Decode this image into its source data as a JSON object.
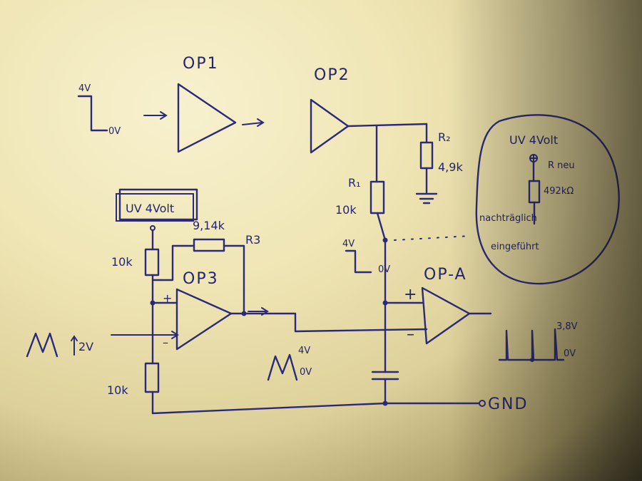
{
  "labels": {
    "op1": "OP1",
    "op2": "OP2",
    "op3": "OP3",
    "opa": "OP-A",
    "r2": "R₂",
    "r2_value": "4,9k",
    "r1": "R₁",
    "r1_value": "10k",
    "uv_box": "UV 4Volt",
    "r_top": "10k",
    "r_bottom": "10k",
    "r_feedback": "9,14k",
    "r3": "R3",
    "input_step_high": "4V",
    "input_step_low": "0V",
    "node_step_high": "4V",
    "node_step_low": "0V",
    "plus": "+",
    "minus": "–",
    "op3_in": "2V",
    "mid_high": "4V",
    "mid_low": "0V",
    "out_high": "3,8V",
    "out_low": "0V",
    "gnd": "GND",
    "inset_title": "UV 4Volt",
    "inset_rneu": "R neu",
    "inset_value": "492kΩ",
    "inset_note1": "nachträglich",
    "inset_note2": "eingeführt"
  },
  "colors": {
    "ink": "#2b2a78",
    "paper": "#efe5b4"
  }
}
